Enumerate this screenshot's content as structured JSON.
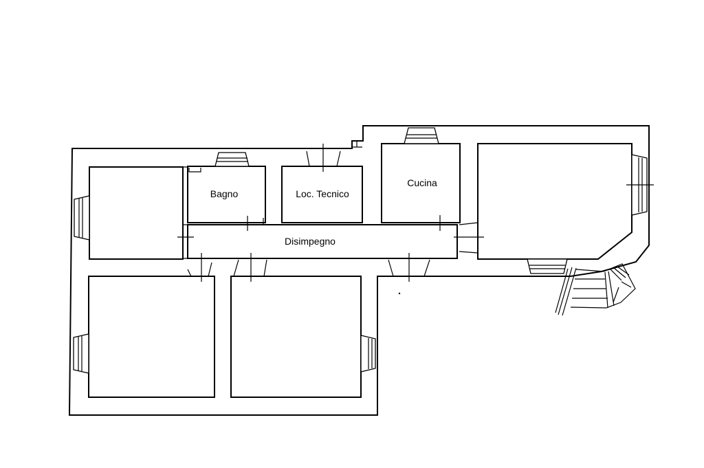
{
  "rooms": {
    "bagno": "Bagno",
    "loc_tecnico": "Loc. Tecnico",
    "cucina": "Cucina",
    "disimpegno": "Disimpegno"
  },
  "colors": {
    "line": "#000000",
    "background": "#ffffff"
  }
}
